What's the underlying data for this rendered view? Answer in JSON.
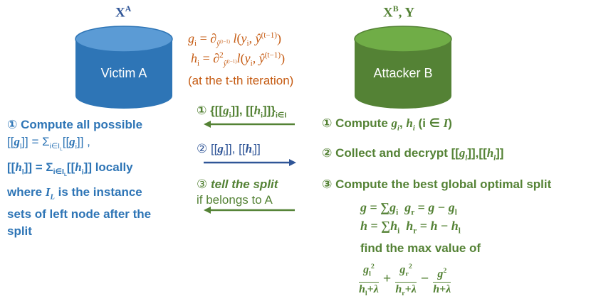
{
  "victim": {
    "heading": "X",
    "heading_sup": "A",
    "cylinder_label": "Victim A",
    "colors": {
      "body": "#2e75b6",
      "top": "#5b9bd5"
    },
    "step1_lines": [
      "① Compute all possible",
      "[[g_l]] = Σ_{i∈I_L}[[g_i]] ,",
      "[[h_l]] = Σ_{i∈I_L}[[h_i]] locally",
      "where I_L is the instance",
      "sets of left node after the",
      "split"
    ]
  },
  "attacker": {
    "heading": "X",
    "heading_sup": "B",
    "heading_suffix": ", Y",
    "cylinder_label": "Attacker B",
    "colors": {
      "body": "#548235",
      "top": "#70ad47"
    },
    "step1": "① Compute g_i, h_i (i ∈ I)",
    "step2": "② Collect and decrypt [[g_l]],[[h_l]]",
    "step3": "③ Compute the best global optimal split",
    "formula_g": "g = Σg_i   g_r = g − g_l",
    "formula_h": "h = Σh_i   h_r = h − h_l",
    "find_text": "find the max value of",
    "objective": "g_l²/(h_l+λ) + g_r²/(h_r+λ) − g²/(h+λ)"
  },
  "center": {
    "eq_g": "g_i = ∂_{ŷ(t−1)} l(y_i, ŷ^(t−1))",
    "eq_h": "h_i = ∂²_{ŷ(t−1)} l(y_i, ŷ^(t−1))",
    "iteration_note": "(at the t-th iteration)",
    "msg1": "① {[[g_i]], [[h_i]]}_{i∈I}",
    "msg2": "② [[g_l]], [[h_l]]",
    "msg3_line1": "③ tell the split",
    "msg3_line2": "if belongs to A",
    "arrow_colors": {
      "left": "#548235",
      "right": "#2f5597"
    }
  }
}
